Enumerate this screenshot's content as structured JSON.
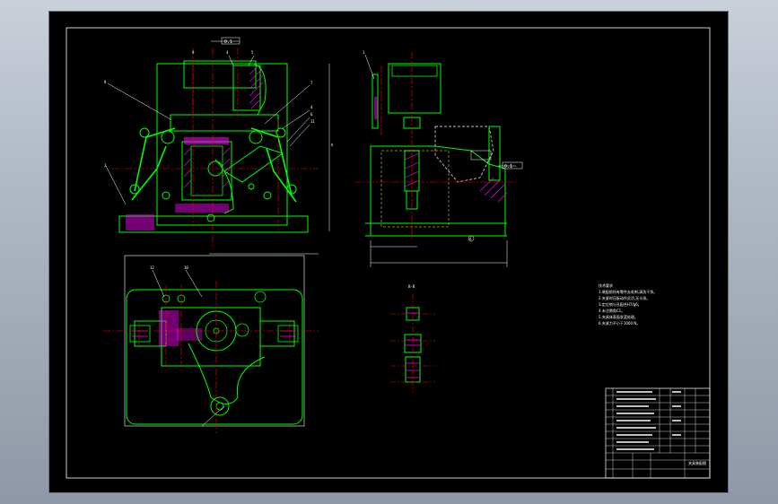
{
  "viewer": {
    "background": "#000000",
    "frame_color": "#ffffff",
    "part_color": "#00ff00",
    "center_line_color": "#ff0000",
    "hatch_color": "#ff00ff",
    "leader_color": "#ffffff",
    "dim_color": "#ffffff"
  },
  "labels": {
    "top_tolerance": "0.1",
    "side_tolerance": "0.1",
    "datum_A": "A",
    "section_mark": "B-B"
  },
  "notes": {
    "heading": "技术要求",
    "lines": [
      "1.装配前所有零件去毛刺,清洗干净。",
      "2.夹紧时压板动作灵活,无卡滞。",
      "3.定位销与孔配合H7/g6。",
      "4.未注倒角C1。",
      "5.夹具体表面发蓝处理。",
      "6.夹紧力不小于1000 N。"
    ]
  },
  "title_block": {
    "drawing_title": "夹具装配图"
  },
  "icons": {
    "datum_symbol": "datum-triangle-icon"
  }
}
